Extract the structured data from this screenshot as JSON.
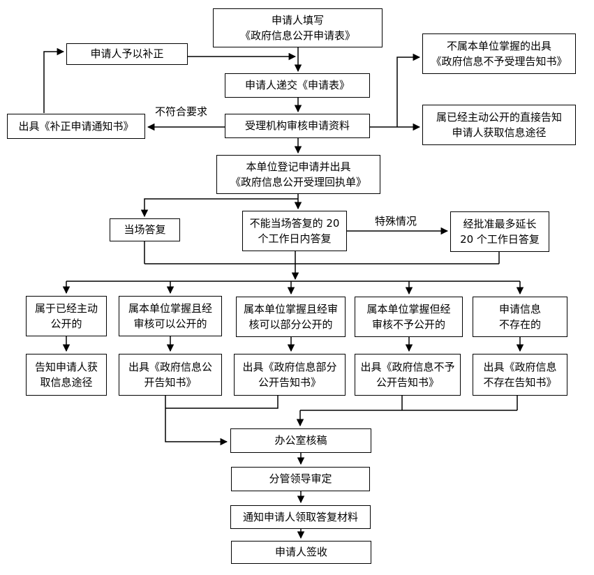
{
  "nodes": {
    "fill_form": "申请人填写\n《政府信息公开申请表》",
    "submit_form": "申请人递交《申请表》",
    "review": "受理机构审核申请资料",
    "make_correction": "申请人予以补正",
    "correction_notice": "出具《补正申请通知书》",
    "not_held_notice": "不属本单位掌握的出具\n《政府信息不予受理告知书》",
    "already_public_inform": "属已经主动公开的直接告知\n申请人获取信息途径",
    "register_receipt": "本单位登记申请并出具\n《政府信息公开受理回执单》",
    "onspot_reply": "当场答复",
    "reply_20days": "不能当场答复的 20\n个工作日内答复",
    "extend_20days": "经批准最多延长\n20 个工作日答复",
    "case_already_public": "属于已经主动\n公开的",
    "case_can_public": "属本单位掌握且经\n审核可以公开的",
    "case_partial_public": "属本单位掌握且经审\n核可以部分公开的",
    "case_not_public": "属本单位掌握但经\n审核不予公开的",
    "case_not_exist": "申请信息\n不存在的",
    "out_inform_channel": "告知申请人获\n取信息途径",
    "out_public_notice": "出具《政府信息公\n开告知书》",
    "out_partial_notice": "出具《政府信息部分\n公开告知书》",
    "out_refuse_notice": "出具《政府信息不予\n公开告知书》",
    "out_notexist_notice": "出具《政府信息\n不存在告知书》",
    "office_review": "办公室核稿",
    "leader_approve": "分管领导审定",
    "notify_collect": "通知申请人领取答复材料",
    "applicant_sign": "申请人签收"
  },
  "edge_labels": {
    "not_meet": "不符合要求",
    "special_case": "特殊情况"
  },
  "colors": {
    "background": "#ffffff",
    "line": "#000000",
    "text": "#000000"
  }
}
